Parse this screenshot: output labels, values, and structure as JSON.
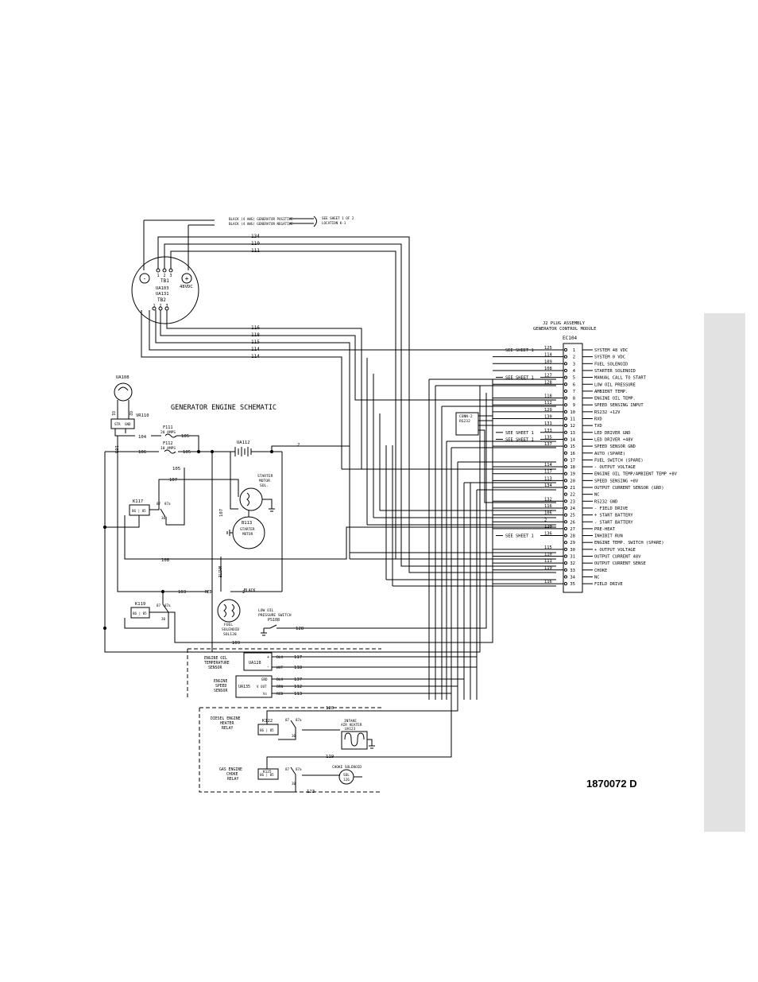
{
  "document_number": "1870072 D",
  "schematic_title": "GENERATOR ENGINE SCHEMATIC",
  "battery_ref": {
    "line1": "BLACK (4 AWG) GENERATOR POSITIVE",
    "line2": "BLACK (4 AWG) GENERATOR NEGATIVE",
    "see1": "SEE SHEET 1 OF 2",
    "see2": "LOCATION K-1"
  },
  "terminal_board": {
    "tb1": "TB1",
    "tb2": "TB2",
    "ua1": "UA103",
    "ua2": "UA131",
    "vdc": "48VDC",
    "minus": "-",
    "plus": "+",
    "tb1_pins": [
      "1",
      "2",
      "3"
    ],
    "tb2_pins": [
      "1",
      "2",
      "3"
    ]
  },
  "top_wires": [
    "134",
    "110",
    "111"
  ],
  "tb_wires": [
    "116",
    "118",
    "115",
    "114",
    "114"
  ],
  "connector": {
    "title1": "J2 PLUG ASSEMBLY",
    "title2": "GENERATOR CONTROL MODULE",
    "id": "EC104",
    "see_sheet": "SEE SHEET 1",
    "pins": [
      {
        "n": "1",
        "wire": "125",
        "label": "SYSTEM 48 VDC",
        "see": true
      },
      {
        "n": "2",
        "wire": "114",
        "label": "SYSTEM 0 VDC",
        "see": false
      },
      {
        "n": "3",
        "wire": "109",
        "label": "FUEL SOLENOID",
        "see": false
      },
      {
        "n": "4",
        "wire": "108",
        "label": "STARTER SOLENOID",
        "see": false
      },
      {
        "n": "5",
        "wire": "127",
        "label": "MANUAL CALL TO START",
        "see": true
      },
      {
        "n": "6",
        "wire": "128",
        "label": "LOW OIL PRESSURE",
        "see": false
      },
      {
        "n": "7",
        "wire": "",
        "label": "AMBIENT TEMP.",
        "see": false
      },
      {
        "n": "8",
        "wire": "118",
        "label": "ENGINE OIL TEMP.",
        "see": false
      },
      {
        "n": "9",
        "wire": "112",
        "label": "SPEED SENSING INPUT",
        "see": false
      },
      {
        "n": "10",
        "wire": "129",
        "label": "RS232 +12V",
        "see": false
      },
      {
        "n": "11",
        "wire": "130",
        "label": "RXD",
        "see": false
      },
      {
        "n": "12",
        "wire": "131",
        "label": "TXD",
        "see": false
      },
      {
        "n": "13",
        "wire": "133",
        "label": "LED DRIVER GND",
        "see": true
      },
      {
        "n": "14",
        "wire": "135",
        "label": "LED DRIVER +48V",
        "see": true
      },
      {
        "n": "15",
        "wire": "137",
        "label": "SPEED SENSOR GND",
        "see": false
      },
      {
        "n": "16",
        "wire": "",
        "label": "AUTO (SPARE)",
        "see": false
      },
      {
        "n": "17",
        "wire": "",
        "label": "FUEL SWITCH (SPARE)",
        "see": false
      },
      {
        "n": "18",
        "wire": "114",
        "label": "- OUTPUT VOLTAGE",
        "see": false
      },
      {
        "n": "19",
        "wire": "117",
        "label": "ENGINE OIL TEMP/AMBIENT TEMP +8V",
        "see": false
      },
      {
        "n": "20",
        "wire": "113",
        "label": "SPEED SENSING +8V",
        "see": false
      },
      {
        "n": "21",
        "wire": "134",
        "label": "OUTPUT CURRENT SENSOR (GRD)",
        "see": false
      },
      {
        "n": "22",
        "wire": "",
        "label": "NC",
        "see": false
      },
      {
        "n": "23",
        "wire": "132",
        "label": "RS232 GND",
        "see": false
      },
      {
        "n": "24",
        "wire": "116",
        "label": "- FIELD DRIVE",
        "see": false
      },
      {
        "n": "25",
        "wire": "106",
        "label": "+ START BATTERY",
        "see": false
      },
      {
        "n": "26",
        "wire": "2",
        "label": "- START BATTERY",
        "see": false
      },
      {
        "n": "27",
        "wire": "120",
        "label": "PRE-HEAT",
        "see": false
      },
      {
        "n": "28",
        "wire": "136",
        "label": "INHIBIT RUN",
        "see": true
      },
      {
        "n": "29",
        "wire": "",
        "label": "ENGINE TEMP. SWITCH (SPARE)",
        "see": false
      },
      {
        "n": "30",
        "wire": "115",
        "label": "+ OUTPUT VOLTAGE",
        "see": false
      },
      {
        "n": "31",
        "wire": "110",
        "label": "OUTPUT CURRENT 48V",
        "see": false
      },
      {
        "n": "32",
        "wire": "111",
        "label": "OUTPUT CURRENT SENSE",
        "see": false
      },
      {
        "n": "33",
        "wire": "119",
        "label": "CHOKE",
        "see": false
      },
      {
        "n": "34",
        "wire": "",
        "label": "NC",
        "see": false
      },
      {
        "n": "35",
        "wire": "116",
        "label": "FIELD DRIVE",
        "see": false
      }
    ],
    "conn_box": [
      "CONN-2",
      "RS232"
    ]
  },
  "components": {
    "ua108": "UA108",
    "vr110": "VR110",
    "vr_pins": [
      "O1",
      "O2"
    ],
    "vr_terms": [
      "STR",
      "GND"
    ],
    "f111": "F111",
    "f111_rating": "20 AMPS",
    "f112": "F112",
    "f112_rating": "10 AMPS",
    "ua112": "UA112",
    "k117": "K117",
    "k119": "K119",
    "relay_coil": "86 | 85",
    "relay_contacts": [
      "87",
      "87a",
      "30"
    ],
    "starter_sol": [
      "STARTER",
      "MOTOR",
      "SOL."
    ],
    "b113": "B113",
    "starter_motor": [
      "STARTER",
      "MOTOR"
    ],
    "fuel_sol": [
      "FUEL",
      "SOLENOID",
      "SOL120"
    ],
    "white": "WHITE",
    "red": "RED",
    "black": "BLACK",
    "low_oil": [
      "LOW OIL",
      "PRESSURE SWITCH",
      "PS108"
    ],
    "oil_temp": [
      "ENGINE OIL",
      "TEMPERATURE",
      "SENSOR"
    ],
    "ua128": "UA128",
    "speed_sensor": [
      "ENGINE",
      "SPEED",
      "SENSOR"
    ],
    "ua135": "UA135",
    "ua135_pins": [
      "GRD",
      "V OUT",
      "Vs"
    ],
    "ua128_pins": [
      "+",
      "-"
    ],
    "diesel_relay": [
      "DIESEL ENGINE",
      "HEATER",
      "RELAY"
    ],
    "k122": "K122",
    "intake": [
      "INTAKE",
      "AIR HEATER",
      "UA123"
    ],
    "gas_relay": [
      "GAS ENGINE",
      "CHOKE",
      "RELAY"
    ],
    "k125": "K125",
    "choke": [
      "CHOKE SOLENOID"
    ],
    "sol126": [
      "SOL",
      "126"
    ]
  },
  "wire_labels": {
    "w104": "104",
    "w105": "105",
    "w105b": "105",
    "w106": "106",
    "w105c": "105",
    "w107": "107",
    "w107v": "107",
    "w108": "108",
    "w103": "103",
    "w103v": "103",
    "w2a": "2",
    "w2b": "2",
    "w128": "128",
    "w109": "109",
    "w117": "117",
    "w118": "118",
    "w137": "137",
    "w112": "112",
    "w113": "113",
    "w120": "120",
    "w119": "119",
    "w123": "123",
    "blk": "BLK",
    "wht": "WHT",
    "brn": "BRN",
    "red": "RED"
  }
}
